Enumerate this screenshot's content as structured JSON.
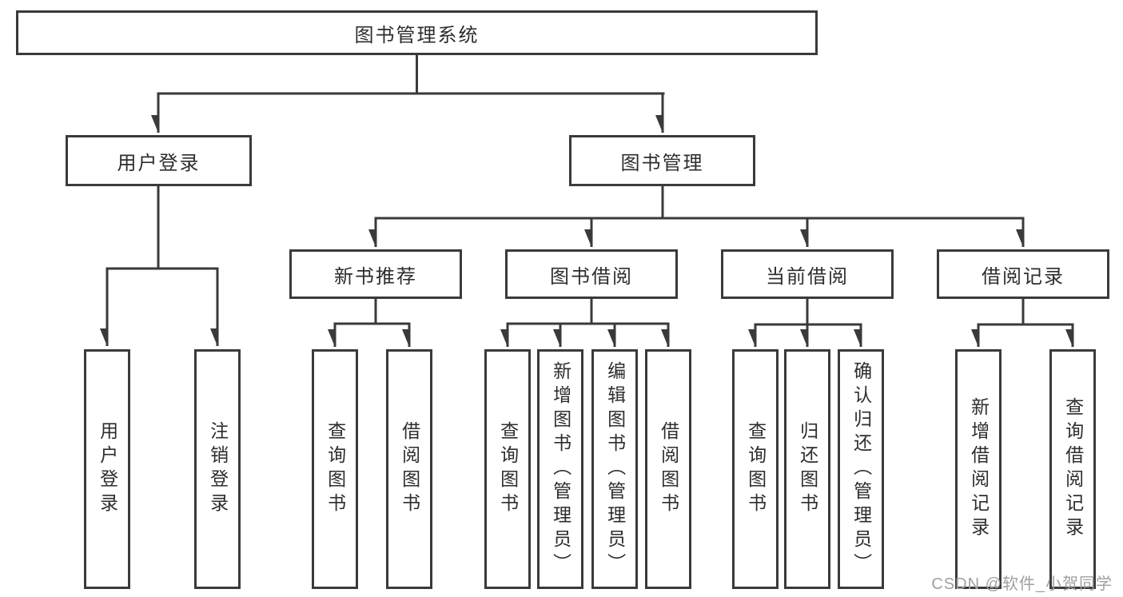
{
  "colors": {
    "background": "#ffffff",
    "line": "#3a3a3a",
    "box_border": "#3a3a3a",
    "text": "#2d2d2d",
    "watermark": "#a0a0a0"
  },
  "watermark": {
    "text": "CSDN @软件_小贺同学"
  },
  "diagram_type": "hierarchy-tree",
  "nodes": {
    "root": {
      "label": "图书管理系统",
      "children": [
        "userLogin",
        "bookMgmt"
      ]
    },
    "userLogin": {
      "label": "用户登录",
      "children": [
        "leafUserLogin",
        "leafLogout"
      ]
    },
    "bookMgmt": {
      "label": "图书管理",
      "children": [
        "newBookRec",
        "bookBorrow",
        "currentBorrow",
        "borrowRecords"
      ]
    },
    "newBookRec": {
      "label": "新书推荐",
      "children": [
        "leafQueryBooks1",
        "leafBorrowBooks1"
      ]
    },
    "bookBorrow": {
      "label": "图书借阅",
      "children": [
        "leafQueryBooks2",
        "leafAddBook",
        "leafEditBook",
        "leafBorrowBooks2"
      ]
    },
    "currentBorrow": {
      "label": "当前借阅",
      "children": [
        "leafQueryBooks3",
        "leafReturnBook",
        "leafConfirmReturn"
      ]
    },
    "borrowRecords": {
      "label": "借阅记录",
      "children": [
        "leafAddRecord",
        "leafQueryRecord"
      ]
    },
    "leafUserLogin": {
      "label": "用户登录"
    },
    "leafLogout": {
      "label": "注销登录"
    },
    "leafQueryBooks1": {
      "label": "查询图书"
    },
    "leafBorrowBooks1": {
      "label": "借阅图书"
    },
    "leafQueryBooks2": {
      "label": "查询图书"
    },
    "leafAddBook": {
      "label": "新增图书（管理员）"
    },
    "leafEditBook": {
      "label": "编辑图书（管理员）"
    },
    "leafBorrowBooks2": {
      "label": "借阅图书"
    },
    "leafQueryBooks3": {
      "label": "查询图书"
    },
    "leafReturnBook": {
      "label": "归还图书"
    },
    "leafConfirmReturn": {
      "label": "确认归还（管理员）"
    },
    "leafAddRecord": {
      "label": "新增借阅记录"
    },
    "leafQueryRecord": {
      "label": "查询借阅记录"
    }
  }
}
